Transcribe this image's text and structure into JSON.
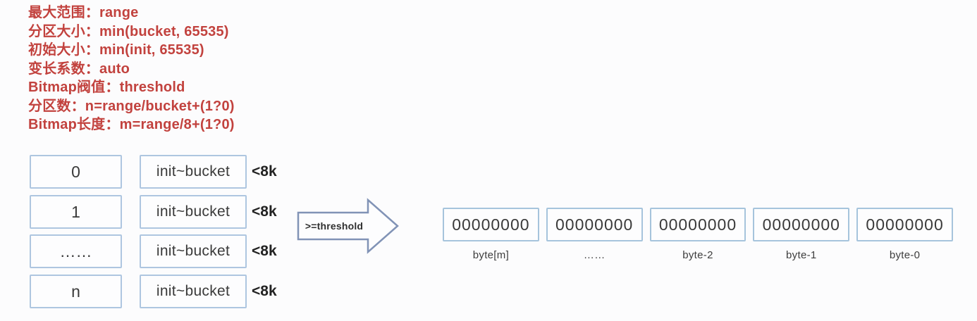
{
  "annotations": {
    "color": "#c2423e",
    "lines": [
      "最大范围：range",
      "分区大小：min(bucket, 65535)",
      "初始大小：min(init, 65535)",
      "变长系数：auto",
      "Bitmap阀值：threshold",
      "分区数：n=range/bucket+(1?0)",
      "Bitmap长度：m=range/8+(1?0)"
    ]
  },
  "partition_table": {
    "rows": [
      {
        "index": "0",
        "range": "init~bucket",
        "size_limit": "<8k"
      },
      {
        "index": "1",
        "range": "init~bucket",
        "size_limit": "<8k"
      },
      {
        "index": "……",
        "range": "init~bucket",
        "size_limit": "<8k"
      },
      {
        "index": "n",
        "range": "init~bucket",
        "size_limit": "<8k"
      }
    ]
  },
  "arrow": {
    "label": ">=threshold",
    "direction": "right"
  },
  "bitmap_bytes": {
    "cells": [
      {
        "value": "00000000",
        "label": "byte[m]"
      },
      {
        "value": "00000000",
        "label": "……"
      },
      {
        "value": "00000000",
        "label": "byte-2"
      },
      {
        "value": "00000000",
        "label": "byte-1"
      },
      {
        "value": "00000000",
        "label": "byte-0"
      }
    ]
  },
  "colors": {
    "annotation_red": "#c2423e",
    "box_border_blue": "#aec6e0",
    "bitmap_border_blue": "#a6c4dc",
    "arrow_outline_blue": "#8193b6",
    "text_dark": "#3a3a3a"
  }
}
